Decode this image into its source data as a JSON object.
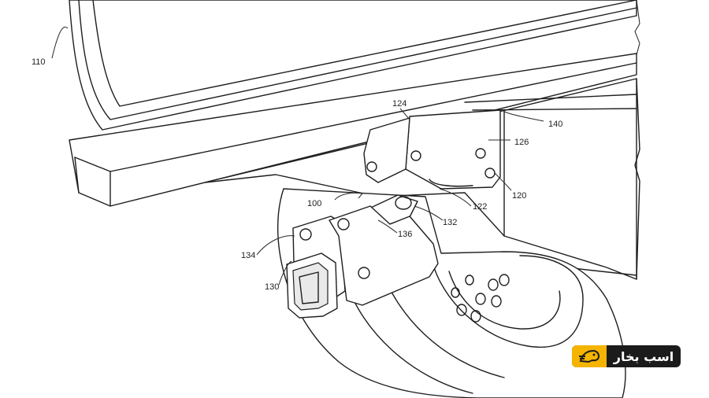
{
  "figure": {
    "reference_numerals": [
      {
        "id": "110",
        "text": "110"
      },
      {
        "id": "124",
        "text": "124"
      },
      {
        "id": "140",
        "text": "140"
      },
      {
        "id": "126",
        "text": "126"
      },
      {
        "id": "100",
        "text": "100"
      },
      {
        "id": "120",
        "text": "120"
      },
      {
        "id": "122",
        "text": "122"
      },
      {
        "id": "132",
        "text": "132"
      },
      {
        "id": "136",
        "text": "136"
      },
      {
        "id": "134",
        "text": "134"
      },
      {
        "id": "130",
        "text": "130"
      }
    ]
  },
  "watermark": {
    "brand_text": "اسب بخار",
    "logo_icon": "horse-head-icon",
    "accent_color": "#f4b400",
    "background_color": "#1b1b1b"
  }
}
